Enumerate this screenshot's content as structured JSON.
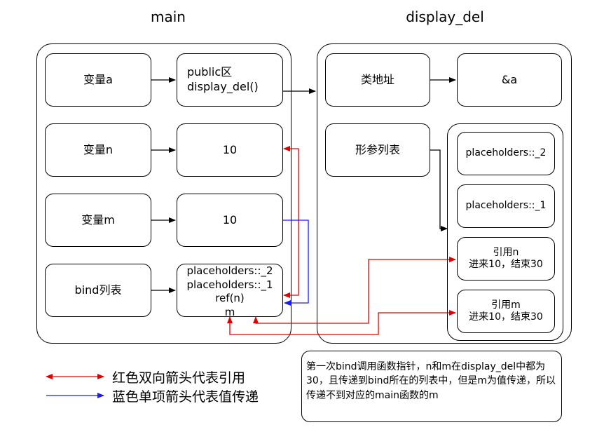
{
  "titles": {
    "main": "main",
    "display_del": "display_del"
  },
  "main": {
    "var_a": "变量a",
    "var_n": "变量n",
    "var_m": "变量m",
    "bind_list": "bind列表",
    "public_line1": "public区",
    "public_line2": "display_del()",
    "n_value": "10",
    "m_value": "10",
    "bind_items": [
      "placeholders::_2",
      "placeholders::_1",
      "ref(n)",
      "m"
    ]
  },
  "display_del": {
    "class_addr": "类地址",
    "addr_value": "&a",
    "param_list": "形参列表",
    "ph2": "placeholders::_2",
    "ph1": "placeholders::_1",
    "ref_n_line1": "引用n",
    "ref_n_line2": "进来10，结束30",
    "ref_m_line1": "引用m",
    "ref_m_line2": "进来10，结束30"
  },
  "legend": {
    "red": "红色双向箭头代表引用",
    "blue": "蓝色单项箭头代表值传递"
  },
  "note": {
    "text": "第一次bind调用函数指针，n和m在display_del中都为30，且传递到bind所在的列表中，但是m为值传递，所以传递不到对应的main函数的m"
  },
  "colors": {
    "reference_arrow": "#e00000",
    "value_arrow": "#1a1aff",
    "line": "#000000"
  }
}
